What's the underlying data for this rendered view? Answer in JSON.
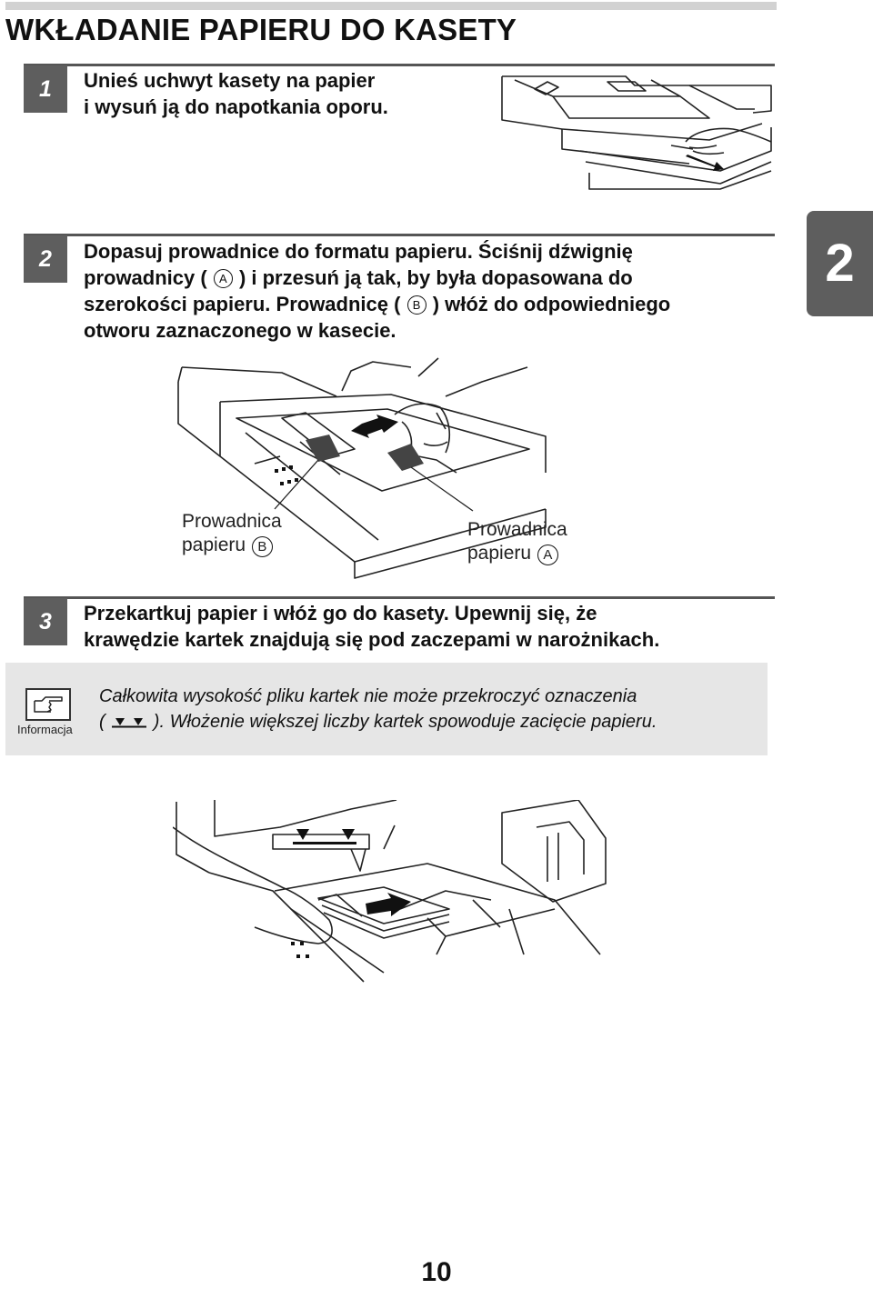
{
  "page": {
    "title": "WKŁADANIE PAPIERU DO KASETY",
    "chapter_tab": "2",
    "page_number": "10"
  },
  "steps": [
    {
      "number": "1",
      "lines": [
        "Unieś uchwyt kasety na papier",
        "i wysuń ją do napotkania oporu."
      ]
    },
    {
      "number": "2",
      "line1": "Dopasuj prowadnice do formatu papieru. Ściśnij dźwignię",
      "line2_before": "prowadnicy (",
      "line2_letter": "A",
      "line2_after": ") i przesuń ją tak, by była dopasowana do",
      "line3_before": "szerokości papieru. Prowadnicę (",
      "line3_letter": "B",
      "line3_after": ") włóż do odpowiedniego",
      "line4": "otworu zaznaczonego w kasecie."
    },
    {
      "number": "3",
      "lines": [
        "Przekartkuj papier i włóż go do kasety. Upewnij się, że",
        "krawędzie kartek znajdują się pod zaczepami w narożnikach."
      ]
    }
  ],
  "figure2": {
    "label_b_line1": "Prowadnica",
    "label_b_line2": "papieru",
    "label_b_letter": "B",
    "label_a_line1": "Prowadnica",
    "label_a_line2": "papieru",
    "label_a_letter": "A"
  },
  "info": {
    "icon": "pointing-hand-icon",
    "label": "Informacja",
    "line1": "Całkowita wysokość pliku kartek nie może przekroczyć oznaczenia",
    "line2_before": "(",
    "line2_after": "). Włożenie większej liczby kartek spowoduje zacięcie papieru."
  }
}
